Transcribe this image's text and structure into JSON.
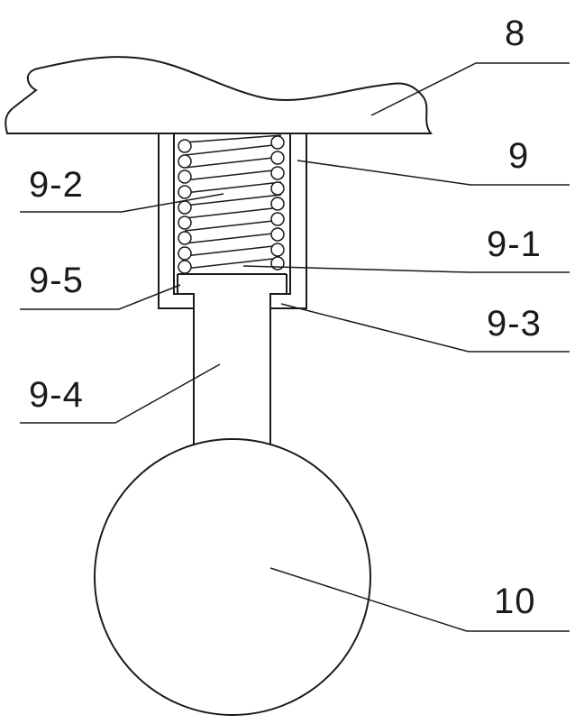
{
  "labels": {
    "part_8": "8",
    "part_9": "9",
    "part_9_1": "9-1",
    "part_9_2": "9-2",
    "part_9_3": "9-3",
    "part_9_4": "9-4",
    "part_9_5": "9-5",
    "part_10": "10"
  },
  "colors": {
    "line": "#1a1a1a",
    "background": "#ffffff"
  }
}
